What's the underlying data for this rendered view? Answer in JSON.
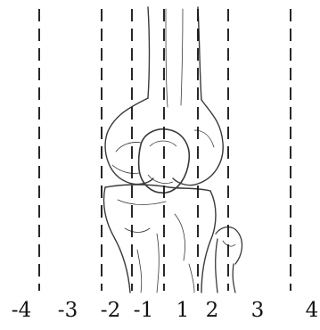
{
  "diagram": {
    "zone_labels": [
      "-4",
      "-3",
      "-2",
      "-1",
      "1",
      "2",
      "3",
      "4"
    ],
    "line_color": "#111111",
    "drawing_color": "#3a3a3a",
    "background": "#ffffff"
  }
}
